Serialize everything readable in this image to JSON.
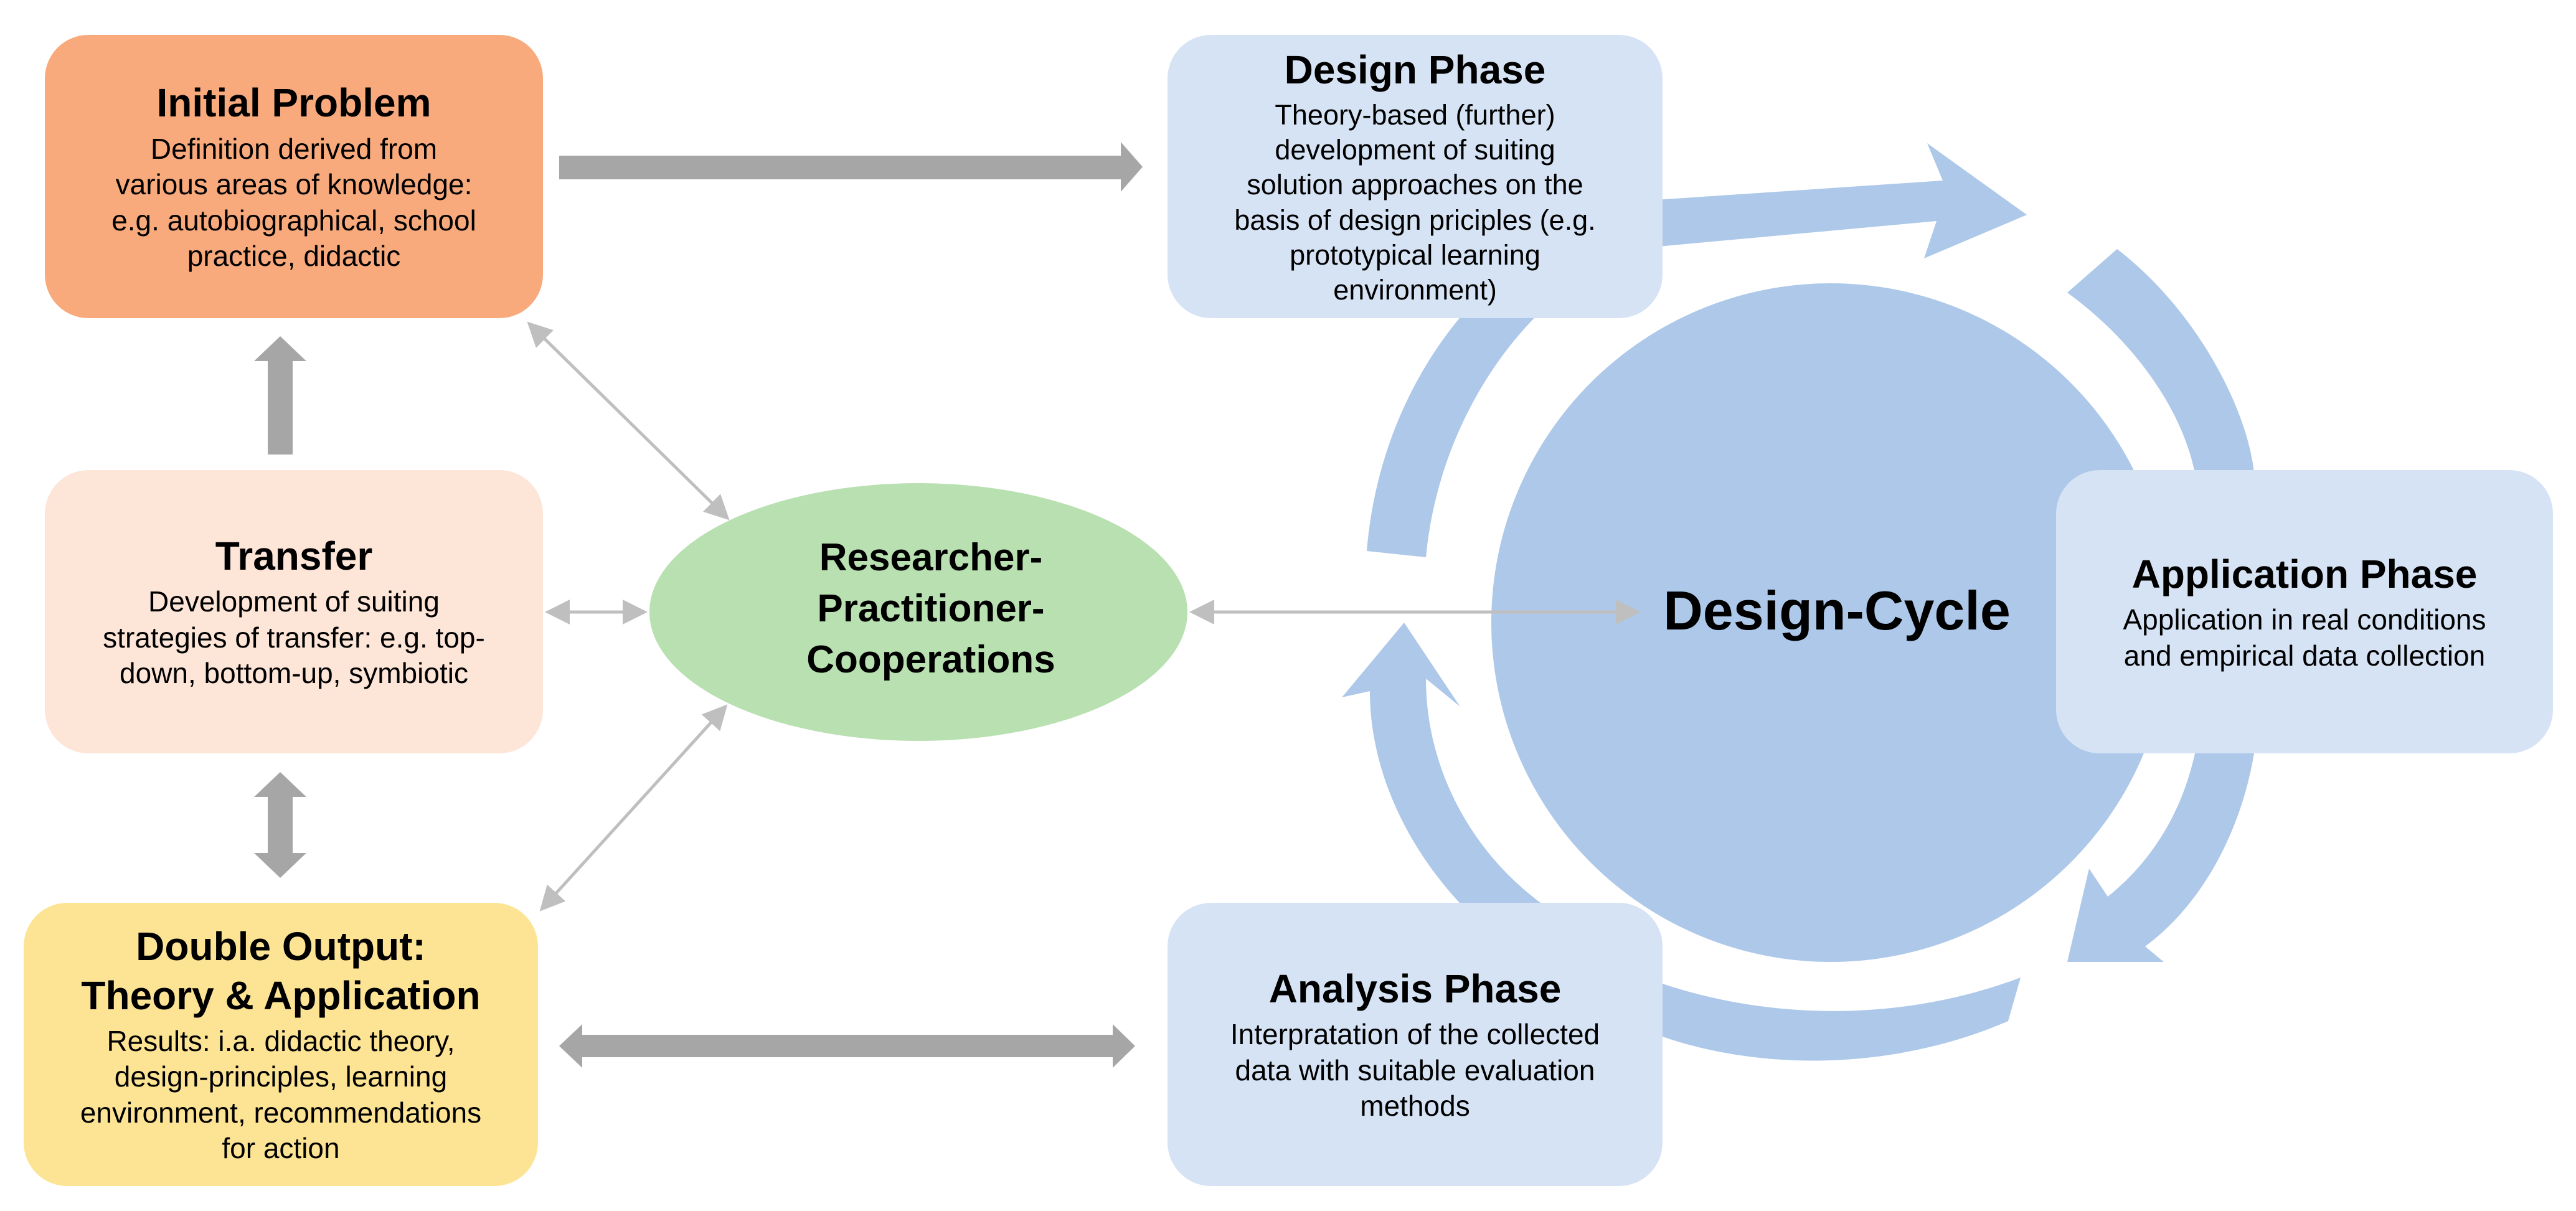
{
  "initial_problem": {
    "title": "Initial Problem",
    "description": "Definition derived from\nvarious areas of knowledge:\ne.g. autobiographical, school\npractice, didactic"
  },
  "transfer": {
    "title": "Transfer",
    "description": "Development of suiting\nstrategies of transfer: e.g. top-\ndown, bottom-up, symbiotic"
  },
  "double_output": {
    "title": "Double Output:\nTheory & Application",
    "description": "Results: i.a. didactic theory,\ndesign-principles, learning\nenvironment, recommendations\nfor action"
  },
  "cooperation": {
    "label": "Researcher-\nPractitioner-\nCooperations"
  },
  "design_phase": {
    "title": "Design Phase",
    "description": "Theory-based (further)\ndevelopment of suiting\nsolution approaches on the\nbasis of design priciples (e.g.\nprototypical learning\nenvironment)"
  },
  "application_phase": {
    "title": "Application Phase",
    "description": "Application in real conditions\nand empirical data collection"
  },
  "analysis_phase": {
    "title": "Analysis Phase",
    "description": "Interpratation of the collected\ndata with suitable evaluation\nmethods"
  },
  "design_cycle": {
    "label": "Design-Cycle"
  },
  "colors": {
    "initial_problem": "#f8aa7c",
    "transfer": "#fde5d8",
    "double_output": "#fde494",
    "cooperation": "#b8e0b0",
    "phase_boxes": "#d6e3f4",
    "cycle_circle": "#adc8e9",
    "cycle_arrows": "#adc8e9",
    "thick_arrows": "#a6a6a6",
    "thin_arrows": "#bfbfbf"
  }
}
